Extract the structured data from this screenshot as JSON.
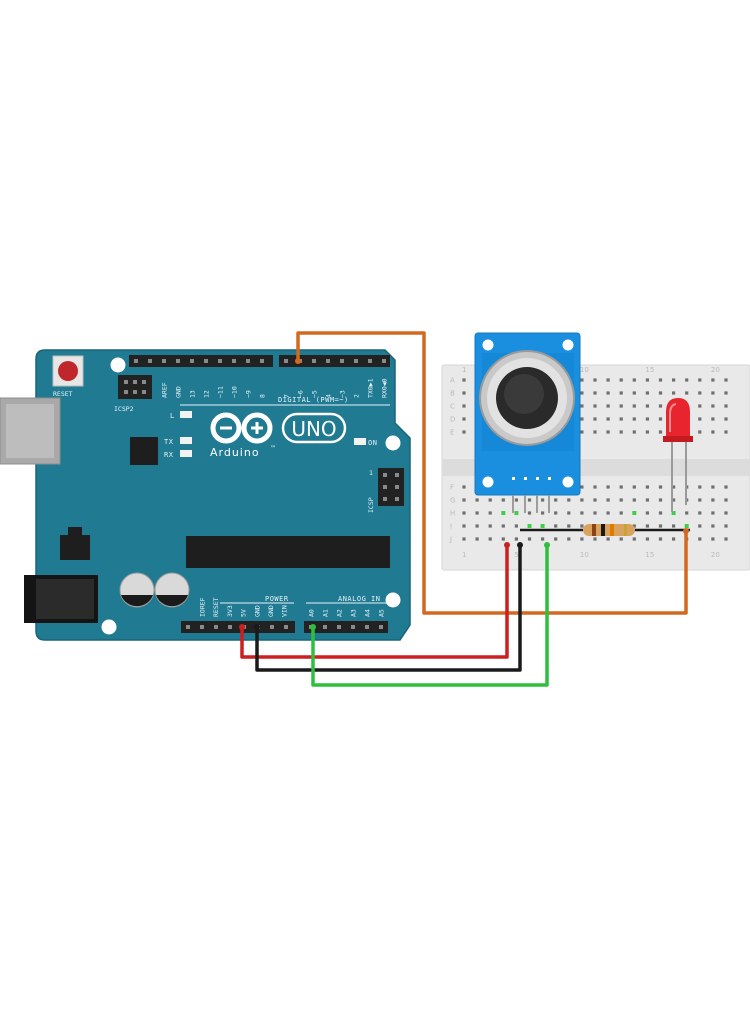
{
  "colors": {
    "board": "#1f7a92",
    "board_edge": "#186579",
    "header": "#222222",
    "wire_orange": "#d2691e",
    "wire_red": "#cc1f1f",
    "wire_black": "#1a1a1a",
    "wire_green": "#2fbf3f",
    "module_blue": "#1a8fe0",
    "led_red": "#e8252e",
    "breadboard": "#e9e9e9",
    "reset_button": "#c0272d"
  },
  "arduino": {
    "reset_label": "RESET",
    "icsp2_label": "ICSP2",
    "icsp_label": "ICSP",
    "icsp_number": "1",
    "led_l": "L",
    "led_tx": "TX",
    "led_rx": "RX",
    "on_label": "ON",
    "brand": "Arduino",
    "trademark": "™",
    "model": "UNO",
    "digital_label": "DIGITAL (PWM=~)",
    "digital_pins": [
      "AREF",
      "GND",
      "13",
      "12",
      "~11",
      "~10",
      "~9",
      "8",
      "7",
      "~6",
      "~5",
      "4",
      "~3",
      "2",
      "TX0▶1",
      "RX0◀0"
    ],
    "power_label": "POWER",
    "power_pins": [
      "IOREF",
      "RESET",
      "3V3",
      "5V",
      "GND",
      "GND",
      "VIN"
    ],
    "analog_label": "ANALOG IN",
    "analog_pins": [
      "A0",
      "A1",
      "A2",
      "A3",
      "A4",
      "A5"
    ]
  },
  "breadboard": {
    "row_letters_top": [
      "A",
      "B",
      "C",
      "D",
      "E"
    ],
    "row_letters_bottom": [
      "F",
      "G",
      "H",
      "I",
      "J"
    ],
    "column_numbers": [
      "1",
      "5",
      "10",
      "15",
      "20"
    ]
  }
}
